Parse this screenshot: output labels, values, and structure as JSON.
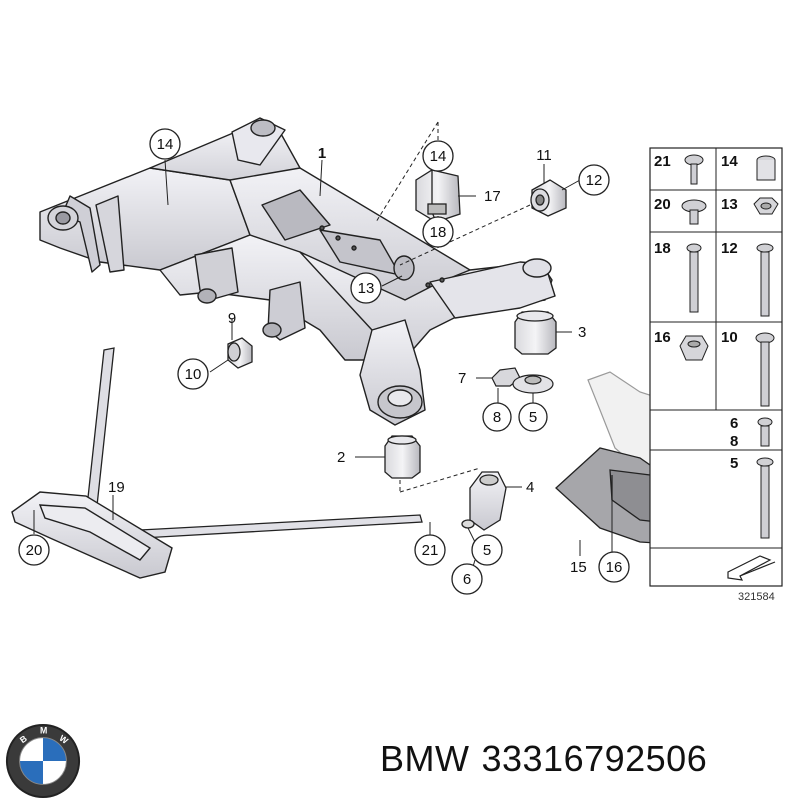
{
  "diagram": {
    "callouts": {
      "c14a": "14",
      "c1": "1",
      "c14b": "14",
      "c17": "17",
      "c18a": "18",
      "c11": "11",
      "c12": "12",
      "c13": "13",
      "c9": "9",
      "c10": "10",
      "c3": "3",
      "c7": "7",
      "c8": "8",
      "c5a": "5",
      "c2": "2",
      "c4": "4",
      "c19": "19",
      "c20": "20",
      "c21": "21",
      "c5b": "5",
      "c6": "6",
      "c15": "15",
      "c16": "16"
    },
    "legend": {
      "items": [
        "21",
        "14",
        "20",
        "13",
        "18",
        "12",
        "16",
        "10",
        "6",
        "8",
        "5"
      ]
    },
    "reference_id": "321584"
  },
  "caption": {
    "brand": "BMW",
    "part_number": "33316792506"
  },
  "colors": {
    "subframe": "#dfdfe6",
    "outline": "#222222",
    "bushing": "#c8c8cc",
    "ghost_arm": "#ececec",
    "shield": "#9a9a9e"
  }
}
